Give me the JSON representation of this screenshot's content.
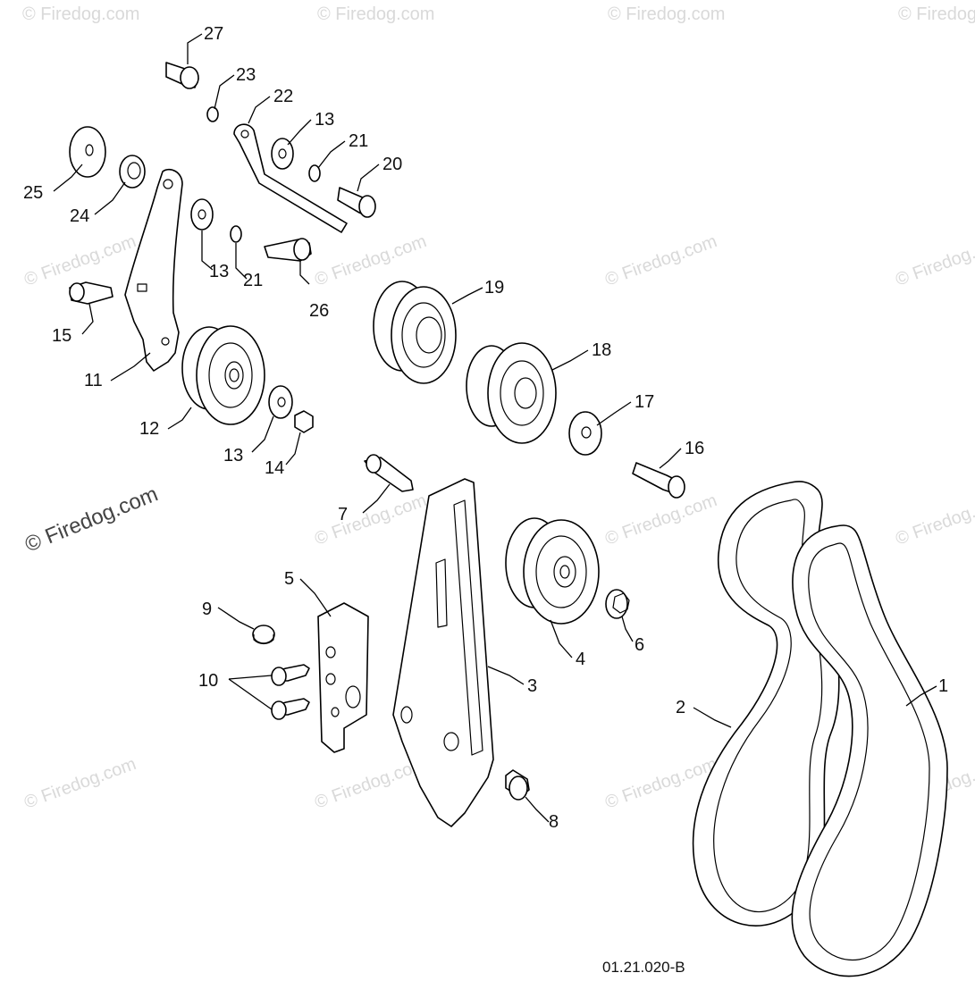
{
  "watermark": "© Firedog.com",
  "drawing_code": "01.21.020-B",
  "labels": {
    "p1": "1",
    "p2": "2",
    "p3": "3",
    "p4": "4",
    "p5": "5",
    "p6": "6",
    "p7": "7",
    "p8": "8",
    "p9": "9",
    "p10": "10",
    "p11": "11",
    "p12": "12",
    "p13a": "13",
    "p13b": "13",
    "p13c": "13",
    "p14": "14",
    "p15": "15",
    "p16": "16",
    "p17": "17",
    "p18": "18",
    "p19": "19",
    "p20": "20",
    "p21a": "21",
    "p21b": "21",
    "p22": "22",
    "p23": "23",
    "p24": "24",
    "p25": "25",
    "p26": "26",
    "p27": "27"
  }
}
